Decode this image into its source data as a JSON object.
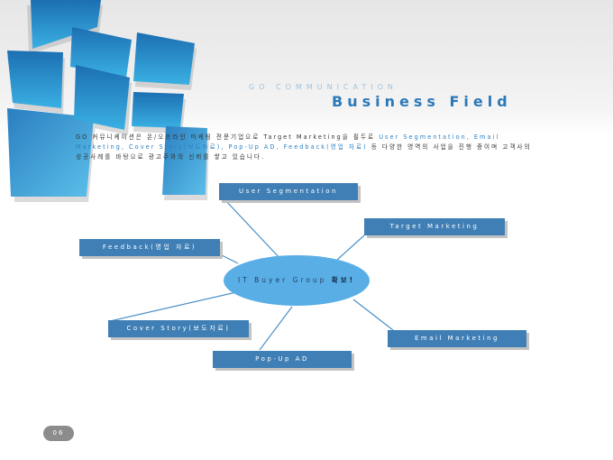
{
  "header": {
    "subtitle": "GO COMMUNICATION",
    "title": "Business Field"
  },
  "intro": {
    "p1": "GO 커뮤니케이션은 온/오프라인 마케팅 전문기업으로 Target Marketing을 필두로 ",
    "p2": "User Segmentation",
    "p3": ", Email Marketing, Cover Story(보도자료), Pop-Up AD, Feedback(영업 자료)",
    "p4": " 등 다양한 영역의 사업을 진행 중이며 고객사의 성공사례를 바탕으로 광고주와의 신뢰를 쌓고 있습니다."
  },
  "diagram": {
    "center_text": "IT Buyer Group",
    "center_emphasis": "확보!",
    "nodes": {
      "user_segmentation": "User Segmentation",
      "target_marketing": "Target Marketing",
      "feedback": "Feedback(영업 자료)",
      "cover_story": "Cover Story(보도자료)",
      "email_marketing": "Email Marketing",
      "popup_ad": "Pop-Up AD"
    },
    "colors": {
      "box": "#3f7fb5",
      "center": "#5aaee6",
      "line": "#4a90c8"
    }
  },
  "footer": {
    "page_number": "06"
  }
}
